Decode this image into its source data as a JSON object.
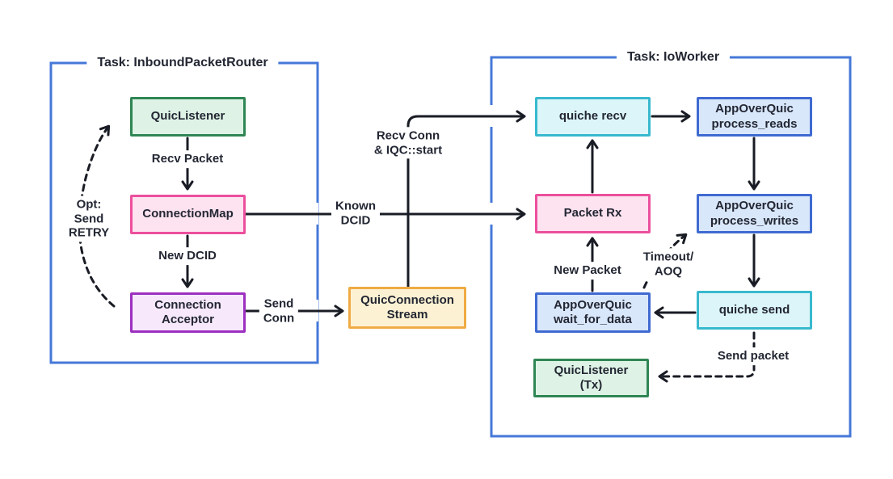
{
  "panels": {
    "inbound": {
      "title": "Task: InboundPacketRouter"
    },
    "ioworker": {
      "title": "Task: IoWorker"
    }
  },
  "nodes": {
    "quic_listener": {
      "label": "QuicListener"
    },
    "connection_map": {
      "label": "ConnectionMap"
    },
    "connection_acceptor": {
      "line1": "Connection",
      "line2": "Acceptor"
    },
    "quic_connection_stream": {
      "line1": "QuicConnection",
      "line2": "Stream"
    },
    "quiche_recv": {
      "label": "quiche recv"
    },
    "aoq_process_reads": {
      "line1": "AppOverQuic",
      "line2": "process_reads"
    },
    "packet_rx": {
      "label": "Packet Rx"
    },
    "aoq_process_writes": {
      "line1": "AppOverQuic",
      "line2": "process_writes"
    },
    "aoq_wait_for_data": {
      "line1": "AppOverQuic",
      "line2": "wait_for_data"
    },
    "quiche_send": {
      "label": "quiche send"
    },
    "quic_listener_tx": {
      "line1": "QuicListener",
      "line2": "(Tx)"
    }
  },
  "edge_labels": {
    "recv_packet": "Recv Packet",
    "new_dcid": "New DCID",
    "opt_retry_1": "Opt:",
    "opt_retry_2": "Send",
    "opt_retry_3": "RETRY",
    "send_conn_1": "Send",
    "send_conn_2": "Conn",
    "known_dcid_1": "Known",
    "known_dcid_2": "DCID",
    "recv_conn_1": "Recv Conn",
    "recv_conn_2": "& IQC::start",
    "new_packet": "New Packet",
    "timeout_1": "Timeout/",
    "timeout_2": "AOQ",
    "send_packet": "Send packet"
  },
  "colors": {
    "panel_border": "#4678d8",
    "arrow": "#191c24",
    "text": "#232733",
    "green_fill": "#def3e6",
    "green_border": "#2f8654",
    "pink_fill": "#fde2f0",
    "pink_border": "#ec4f9d",
    "purple_fill": "#f7e8fc",
    "purple_border": "#9c2fc0",
    "orange_fill": "#fdf1d3",
    "orange_border": "#efab45",
    "cyan_fill": "#dcf5f9",
    "cyan_border": "#38b9ce",
    "blue_fill": "#d9e7fb",
    "blue_border": "#3f6ad1"
  }
}
